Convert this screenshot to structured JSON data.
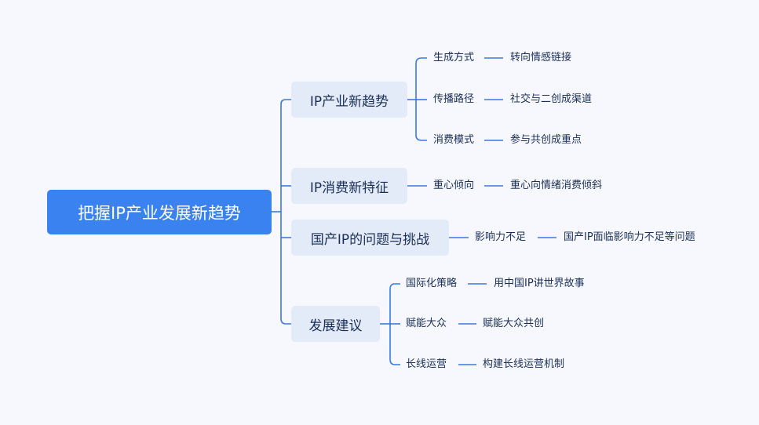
{
  "root": "把握IP产业发展新趋势",
  "branches": [
    {
      "label": "IP产业新趋势",
      "children": [
        {
          "label": "生成方式",
          "detail": "转向情感链接"
        },
        {
          "label": "传播路径",
          "detail": "社交与二创成渠道"
        },
        {
          "label": "消费模式",
          "detail": "参与共创成重点"
        }
      ]
    },
    {
      "label": "IP消费新特征",
      "children": [
        {
          "label": "重心倾向",
          "detail": "重心向情绪消费倾斜"
        }
      ]
    },
    {
      "label": "国产IP的问题与挑战",
      "children": [
        {
          "label": "影响力不足",
          "detail": "国产IP面临影响力不足等问题"
        }
      ]
    },
    {
      "label": "发展建议",
      "children": [
        {
          "label": "国际化策略",
          "detail": "用中国IP讲世界故事"
        },
        {
          "label": "赋能大众",
          "detail": "赋能大众共创"
        },
        {
          "label": "长线运营",
          "detail": "构建长线运营机制"
        }
      ]
    }
  ]
}
